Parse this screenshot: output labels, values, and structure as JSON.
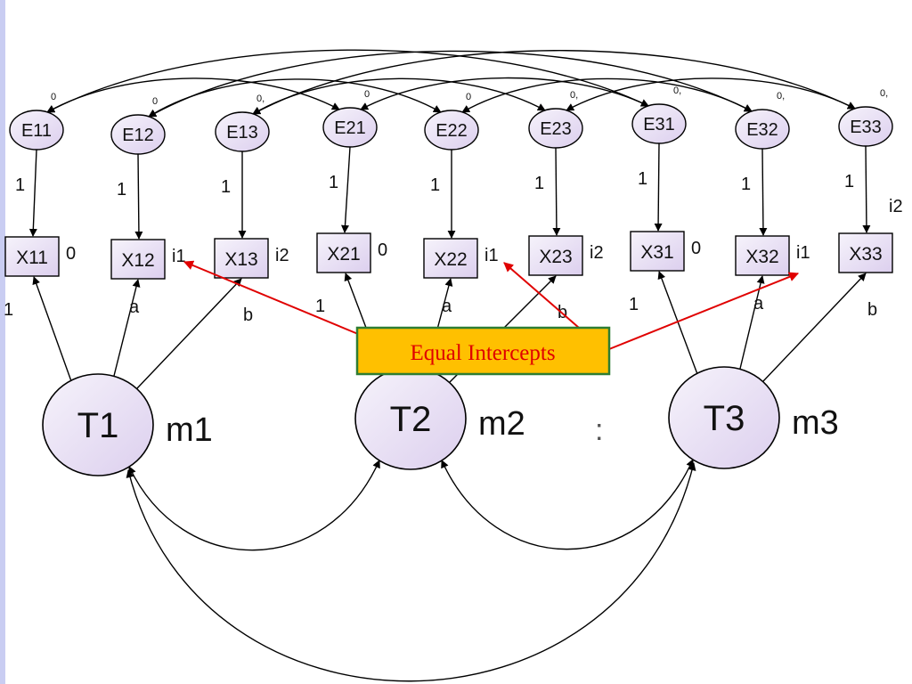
{
  "latent": [
    {
      "id": "T1",
      "mean": "m1"
    },
    {
      "id": "T2",
      "mean": "m2"
    },
    {
      "id": "T3",
      "mean": "m3"
    }
  ],
  "indicators": [
    {
      "id": "X11",
      "intercept": "0",
      "loading": "1",
      "error": "E11",
      "error_mean": "0",
      "error_loading": "1"
    },
    {
      "id": "X12",
      "intercept": "i1",
      "loading": "a",
      "error": "E12",
      "error_mean": "0",
      "error_loading": "1"
    },
    {
      "id": "X13",
      "intercept": "i2",
      "loading": "b",
      "error": "E13",
      "error_mean": "0,",
      "error_loading": "1"
    },
    {
      "id": "X21",
      "intercept": "0",
      "loading": "1",
      "error": "E21",
      "error_mean": "0",
      "error_loading": "1"
    },
    {
      "id": "X22",
      "intercept": "i1",
      "loading": "a",
      "error": "E22",
      "error_mean": "0",
      "error_loading": "1"
    },
    {
      "id": "X23",
      "intercept": "i2",
      "loading": "b",
      "error": "E23",
      "error_mean": "0,",
      "error_loading": "1"
    },
    {
      "id": "X31",
      "intercept": "0",
      "loading": "1",
      "error": "E31",
      "error_mean": "0,",
      "error_loading": "1"
    },
    {
      "id": "X32",
      "intercept": "i1",
      "loading": "a",
      "error": "E32",
      "error_mean": "0,",
      "error_loading": "1"
    },
    {
      "id": "X33",
      "intercept": "i2",
      "loading": "b",
      "error": "E33",
      "error_mean": "0,",
      "error_loading": "1"
    }
  ],
  "callout": {
    "text": "Equal Intercepts"
  },
  "stray_mark": ":",
  "colors": {
    "node_fill_light": "#f4f0fb",
    "node_fill_dark": "#ddd0ee",
    "callout_fill": "#ffc000",
    "callout_border": "#2e7d32",
    "callout_text": "#e00000",
    "arrow_red": "#e00000"
  }
}
